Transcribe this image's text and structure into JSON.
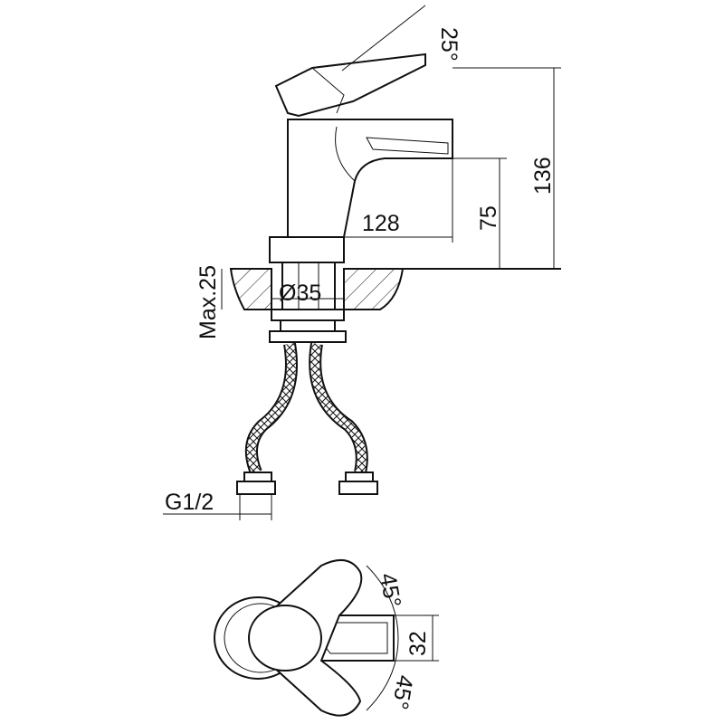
{
  "drawing": {
    "side_view": {
      "lever_angle": "25°",
      "total_height": "136",
      "spout_height": "75",
      "spout_reach": "128",
      "max_counter_thickness": "Max.25",
      "hole_diameter": "Ø35",
      "connection_thread": "G1/2"
    },
    "top_view": {
      "rotation_angle_top": "45°",
      "spout_width": "32",
      "rotation_angle_bottom": "45°"
    },
    "colors": {
      "line": "#111111",
      "background": "#ffffff"
    }
  }
}
